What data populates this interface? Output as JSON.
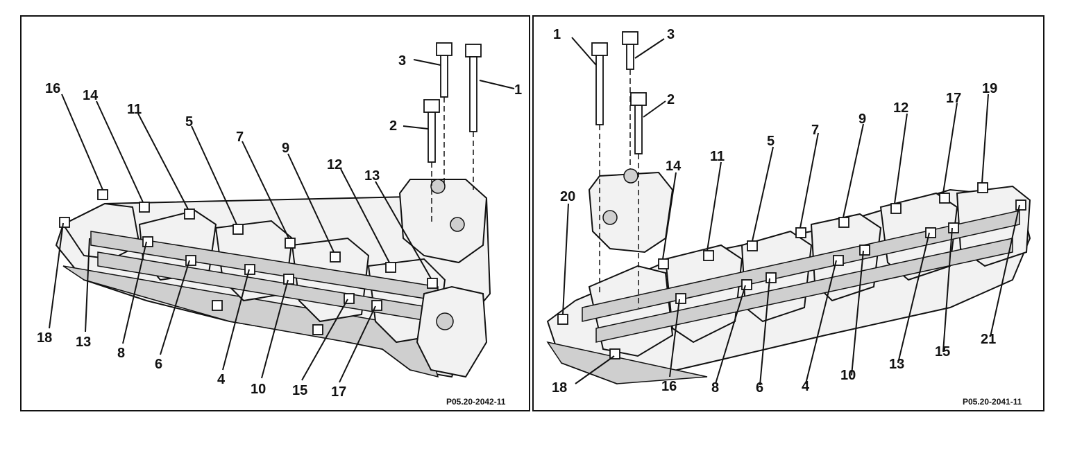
{
  "left_panel": {
    "reference": "P05.20-2042-11",
    "callouts": [
      "16",
      "14",
      "11",
      "5",
      "7",
      "9",
      "12",
      "13",
      "3",
      "1",
      "2",
      "18",
      "13",
      "8",
      "6",
      "4",
      "10",
      "15",
      "17"
    ]
  },
  "right_panel": {
    "reference": "P05.20-2041-11",
    "callouts": [
      "1",
      "3",
      "2",
      "20",
      "14",
      "11",
      "5",
      "7",
      "9",
      "12",
      "17",
      "19",
      "18",
      "16",
      "8",
      "6",
      "4",
      "10",
      "13",
      "15",
      "21"
    ]
  }
}
